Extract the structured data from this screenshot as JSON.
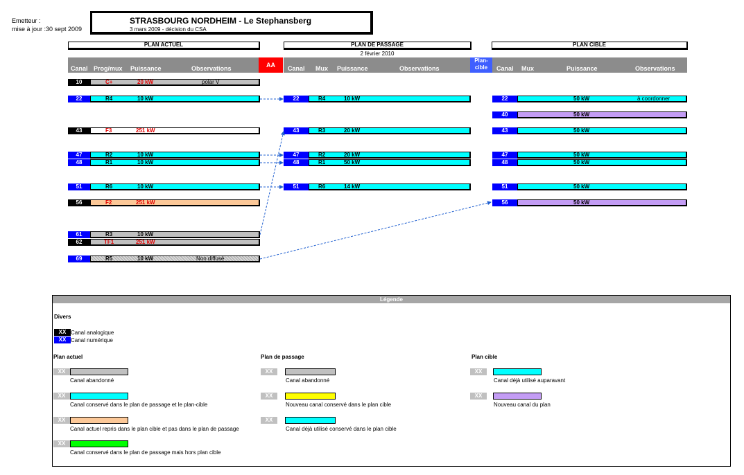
{
  "header": {
    "emetteur_label": "Emetteur :",
    "update_label": "mise à jour :30 sept 2009",
    "title": "STRASBOURG NORDHEIM - Le Stephansberg",
    "subtitle": "3 mars 2009 - décision du CSA"
  },
  "plans": {
    "actuel": "PLAN ACTUEL",
    "passage": "PLAN DE PASSAGE",
    "passage_date": "2 février 2010",
    "cible": "PLAN CIBLE",
    "aa": "AA",
    "plan_cible_col": [
      "Plan-",
      "cible"
    ]
  },
  "columns": {
    "actuel": [
      "Canal",
      "Prog/mux",
      "Puissance",
      "Observations"
    ],
    "passage": [
      "Canal",
      "Mux",
      "Puissance",
      "Observations"
    ],
    "cible": [
      "Canal",
      "Mux",
      "Puissance",
      "Observations"
    ]
  },
  "actuel_rows": [
    {
      "canal": "10",
      "mux": "C+",
      "puissance": "20 kW",
      "obs": "polar V"
    },
    {
      "canal": "22",
      "mux": "R4",
      "puissance": "10 kW",
      "obs": ""
    },
    {
      "canal": "43",
      "mux": "F3",
      "puissance": "251 kW",
      "obs": ""
    },
    {
      "canal": "47",
      "mux": "R2",
      "puissance": "10 kW",
      "obs": ""
    },
    {
      "canal": "48",
      "mux": "R1",
      "puissance": "10 kW",
      "obs": ""
    },
    {
      "canal": "51",
      "mux": "R6",
      "puissance": "10 kW",
      "obs": ""
    },
    {
      "canal": "56",
      "mux": "F2",
      "puissance": "251 kW",
      "obs": ""
    },
    {
      "canal": "61",
      "mux": "R3",
      "puissance": "10 kW",
      "obs": ""
    },
    {
      "canal": "62",
      "mux": "TF1",
      "puissance": "251 kW",
      "obs": ""
    },
    {
      "canal": "69",
      "mux": "R5",
      "puissance": "10 kW",
      "obs": "Non diffusé"
    }
  ],
  "passage_rows": [
    {
      "canal": "22",
      "mux": "R4",
      "puissance": "10 kW"
    },
    {
      "canal": "43",
      "mux": "R3",
      "puissance": "20 kW"
    },
    {
      "canal": "47",
      "mux": "R2",
      "puissance": "20 kW"
    },
    {
      "canal": "48",
      "mux": "R1",
      "puissance": "50 kW"
    },
    {
      "canal": "51",
      "mux": "R6",
      "puissance": "14 kW"
    }
  ],
  "cible_rows": [
    {
      "canal": "22",
      "puissance": "50 kW",
      "obs": "à coordonner"
    },
    {
      "canal": "40",
      "puissance": "50 kW",
      "obs": ""
    },
    {
      "canal": "43",
      "puissance": "50 kW",
      "obs": ""
    },
    {
      "canal": "47",
      "puissance": "50 kW",
      "obs": ""
    },
    {
      "canal": "48",
      "puissance": "50 kW",
      "obs": ""
    },
    {
      "canal": "51",
      "puissance": "50 kW",
      "obs": ""
    },
    {
      "canal": "56",
      "puissance": "50 kW",
      "obs": ""
    }
  ],
  "legend": {
    "title": "Légende",
    "divers": "Divers",
    "code": "XX",
    "analog": "Canal analogique",
    "numeric": "Canal numérique",
    "actuel_title": "Plan actuel",
    "passage_title": "Plan de passage",
    "cible_title": "Plan cible",
    "actuel_items": [
      "Canal abandonné",
      "Canal conservé dans le plan de passage et le plan-cible",
      "Canal actuel repris dans le plan cible et pas dans le plan de passage",
      "Canal conservé dans le plan de passage mais hors plan cible"
    ],
    "passage_items": [
      "Canal abandonné",
      "Nouveau canal conservé dans le plan cible",
      "Canal déjà utilisé conservé dans le plan cible"
    ],
    "cible_items": [
      "Canal déjà utilisé auparavant",
      "Nouveau canal du plan"
    ]
  },
  "colors": {
    "digital": "#0000ff",
    "analog": "#000000",
    "cyan": "#00ffff",
    "grey": "#c0c0c0",
    "peach": "#fcc898",
    "lilac": "#c39cf4",
    "yellow": "#ffff00",
    "green": "#00ff00",
    "aa_red": "#ff0000",
    "arrow": "#1f5fd0"
  }
}
